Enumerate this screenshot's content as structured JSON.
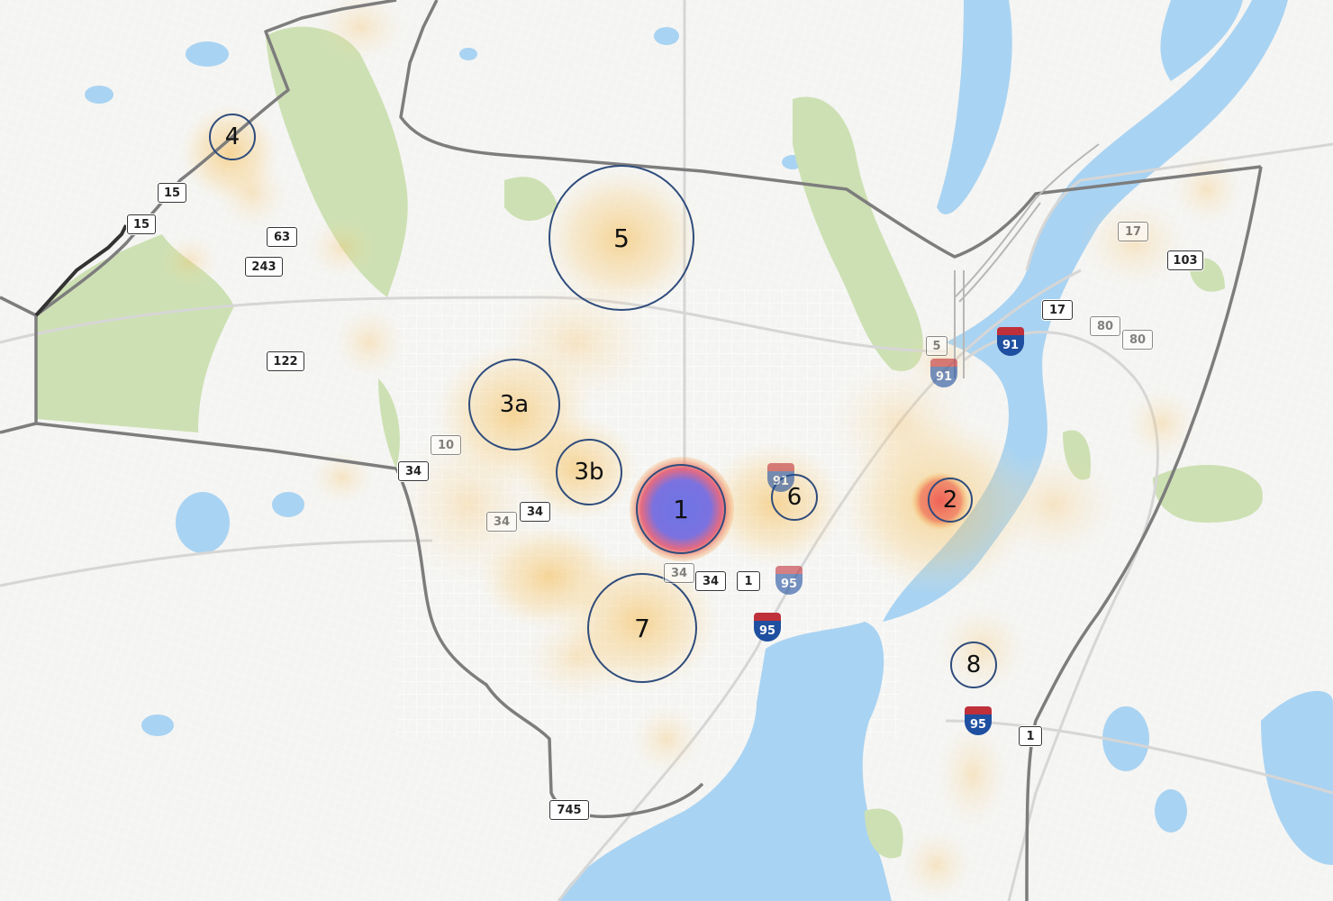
{
  "colors": {
    "land": "#f4f4f2",
    "water": "#a9d3f2",
    "park": "#cde0b3",
    "road_minor": "#ffffff",
    "road_major": "#d8d8d8",
    "boundary": "#7a7a7a",
    "heat_low": "#f6b94a",
    "heat_mid": "#ef6b4a",
    "heat_high": "#6f74e6",
    "circle_stroke": "#2f4c7c",
    "interstate_blue": "#1f4fa0",
    "interstate_red": "#c0303a"
  },
  "clusters": [
    {
      "label": "1"
    },
    {
      "label": "2"
    },
    {
      "label": "3a"
    },
    {
      "label": "3b"
    },
    {
      "label": "4"
    },
    {
      "label": "5"
    },
    {
      "label": "6"
    },
    {
      "label": "7"
    },
    {
      "label": "8"
    }
  ],
  "route_shields": [
    {
      "label": "15"
    },
    {
      "label": "15"
    },
    {
      "label": "63"
    },
    {
      "label": "243"
    },
    {
      "label": "122"
    },
    {
      "label": "34"
    },
    {
      "label": "10"
    },
    {
      "label": "34"
    },
    {
      "label": "34"
    },
    {
      "label": "34"
    },
    {
      "label": "34"
    },
    {
      "label": "1"
    },
    {
      "label": "17"
    },
    {
      "label": "103"
    },
    {
      "label": "17"
    },
    {
      "label": "80"
    },
    {
      "label": "80"
    },
    {
      "label": "5"
    },
    {
      "label": "745"
    },
    {
      "label": "1"
    }
  ],
  "interstate_shields": [
    {
      "label": "91"
    },
    {
      "label": "91"
    },
    {
      "label": "91"
    },
    {
      "label": "95"
    },
    {
      "label": "95"
    },
    {
      "label": "95"
    }
  ]
}
